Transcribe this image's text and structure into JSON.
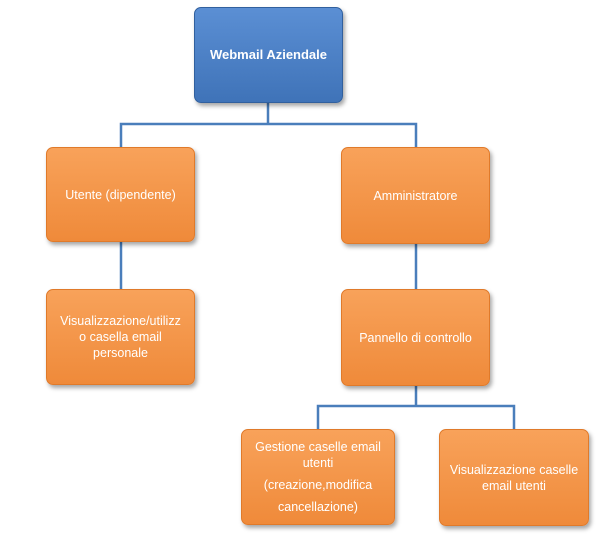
{
  "diagram": {
    "root": {
      "label": "Webmail Aziendale"
    },
    "user_branch": {
      "label": "Utente (dipendente)",
      "child": {
        "lines": [
          "Visualizzazione/utilizz",
          "o casella email",
          "personale"
        ]
      }
    },
    "admin_branch": {
      "label": "Amministratore",
      "child": {
        "label": "Pannello di controllo",
        "children": [
          {
            "lines": [
              "Gestione caselle email",
              "utenti",
              "(creazione,modifica",
              "cancellazione)"
            ]
          },
          {
            "lines": [
              "Visualizzazione caselle",
              "email utenti"
            ]
          }
        ]
      }
    },
    "colors": {
      "root": "#4f81bd",
      "node": "#f79646",
      "connector": "#4a7ebb"
    }
  }
}
